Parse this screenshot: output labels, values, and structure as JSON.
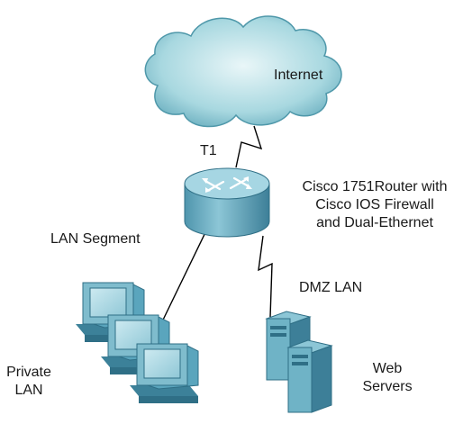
{
  "nodes": {
    "internet": {
      "label": "Internet"
    },
    "router": {
      "line1": "Cisco 1751Router with",
      "line2": "Cisco IOS Firewall",
      "line3": "and Dual-Ethernet"
    },
    "private_lan": {
      "line1": "Private",
      "line2": "LAN"
    },
    "web_servers": {
      "line1": "Web",
      "line2": "Servers"
    }
  },
  "links": {
    "t1": {
      "label": "T1"
    },
    "lan_segment": {
      "label": "LAN Segment"
    },
    "dmz_lan": {
      "label": "DMZ LAN"
    }
  },
  "colors": {
    "cloud": "#9fd3dc",
    "device": "#6fb3c6",
    "device_dark": "#2f6f86",
    "line": "#000000"
  }
}
